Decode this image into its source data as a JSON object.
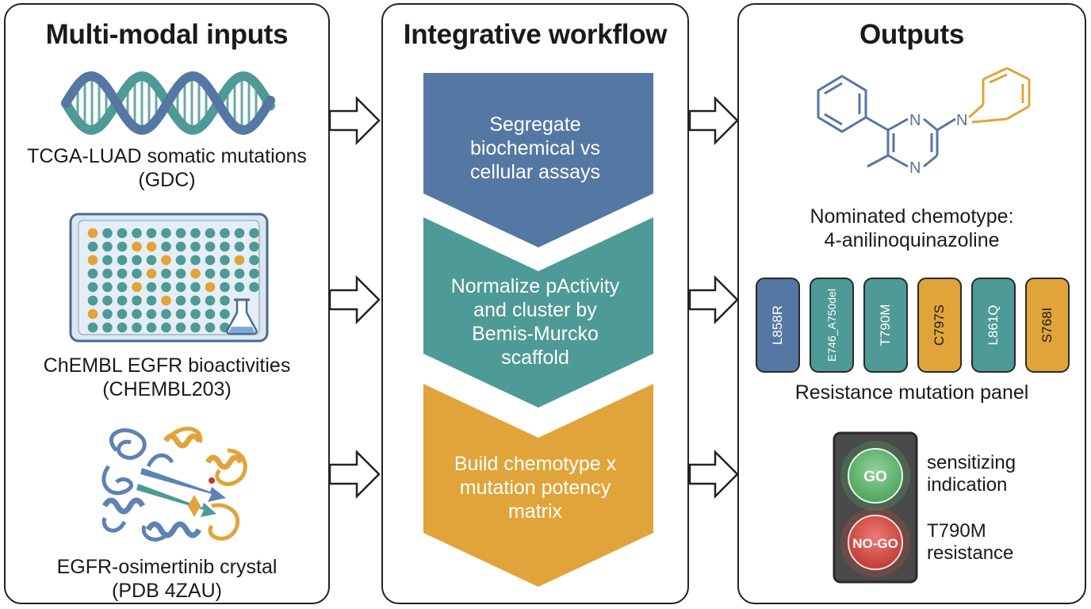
{
  "inputs": {
    "title": "Multi-modal inputs",
    "items": [
      {
        "line1": "TCGA-LUAD somatic mutations",
        "line2": "(GDC)",
        "icon": "dna-helix-icon"
      },
      {
        "line1": "ChEMBL EGFR bioactivities",
        "line2": "(CHEMBL203)",
        "icon": "assay-plate-icon"
      },
      {
        "line1": "EGFR-osimertinib crystal",
        "line2": "(PDB 4ZAU)",
        "icon": "protein-structure-icon"
      }
    ]
  },
  "workflow": {
    "title": "Integrative workflow",
    "steps": [
      {
        "lines": [
          "Segregate",
          "biochemical vs",
          "cellular assays"
        ],
        "color": "#5577a3"
      },
      {
        "lines": [
          "Normalize pActivity",
          "and cluster by",
          "Bemis-Murcko",
          "scaffold"
        ],
        "color": "#4e9a96"
      },
      {
        "lines": [
          "Build chemotype x",
          "mutation potency",
          "matrix"
        ],
        "color": "#e0a43a"
      }
    ]
  },
  "outputs": {
    "title": "Outputs",
    "chemotype": {
      "caption_line1": "Nominated chemotype:",
      "caption_line2": "4-anilinoquinazoline",
      "atom_labels": [
        "N",
        "N",
        "N"
      ]
    },
    "panel": {
      "caption": "Resistance mutation panel",
      "mutations": [
        {
          "label": "L858R",
          "color": "#5577a3"
        },
        {
          "label": "E746_A750del",
          "color": "#4e9a96"
        },
        {
          "label": "T790M",
          "color": "#4e9a96"
        },
        {
          "label": "C797S",
          "color": "#e0a43a"
        },
        {
          "label": "L861Q",
          "color": "#4e9a96"
        },
        {
          "label": "S768I",
          "color": "#e0a43a"
        }
      ]
    },
    "traffic_light": {
      "go": {
        "label": "GO",
        "line1": "sensitizing",
        "line2": "indication",
        "color": "#5db36a"
      },
      "nogo": {
        "label": "NO-GO",
        "line1": "T790M",
        "line2": "resistance",
        "color": "#d24a45"
      }
    }
  }
}
